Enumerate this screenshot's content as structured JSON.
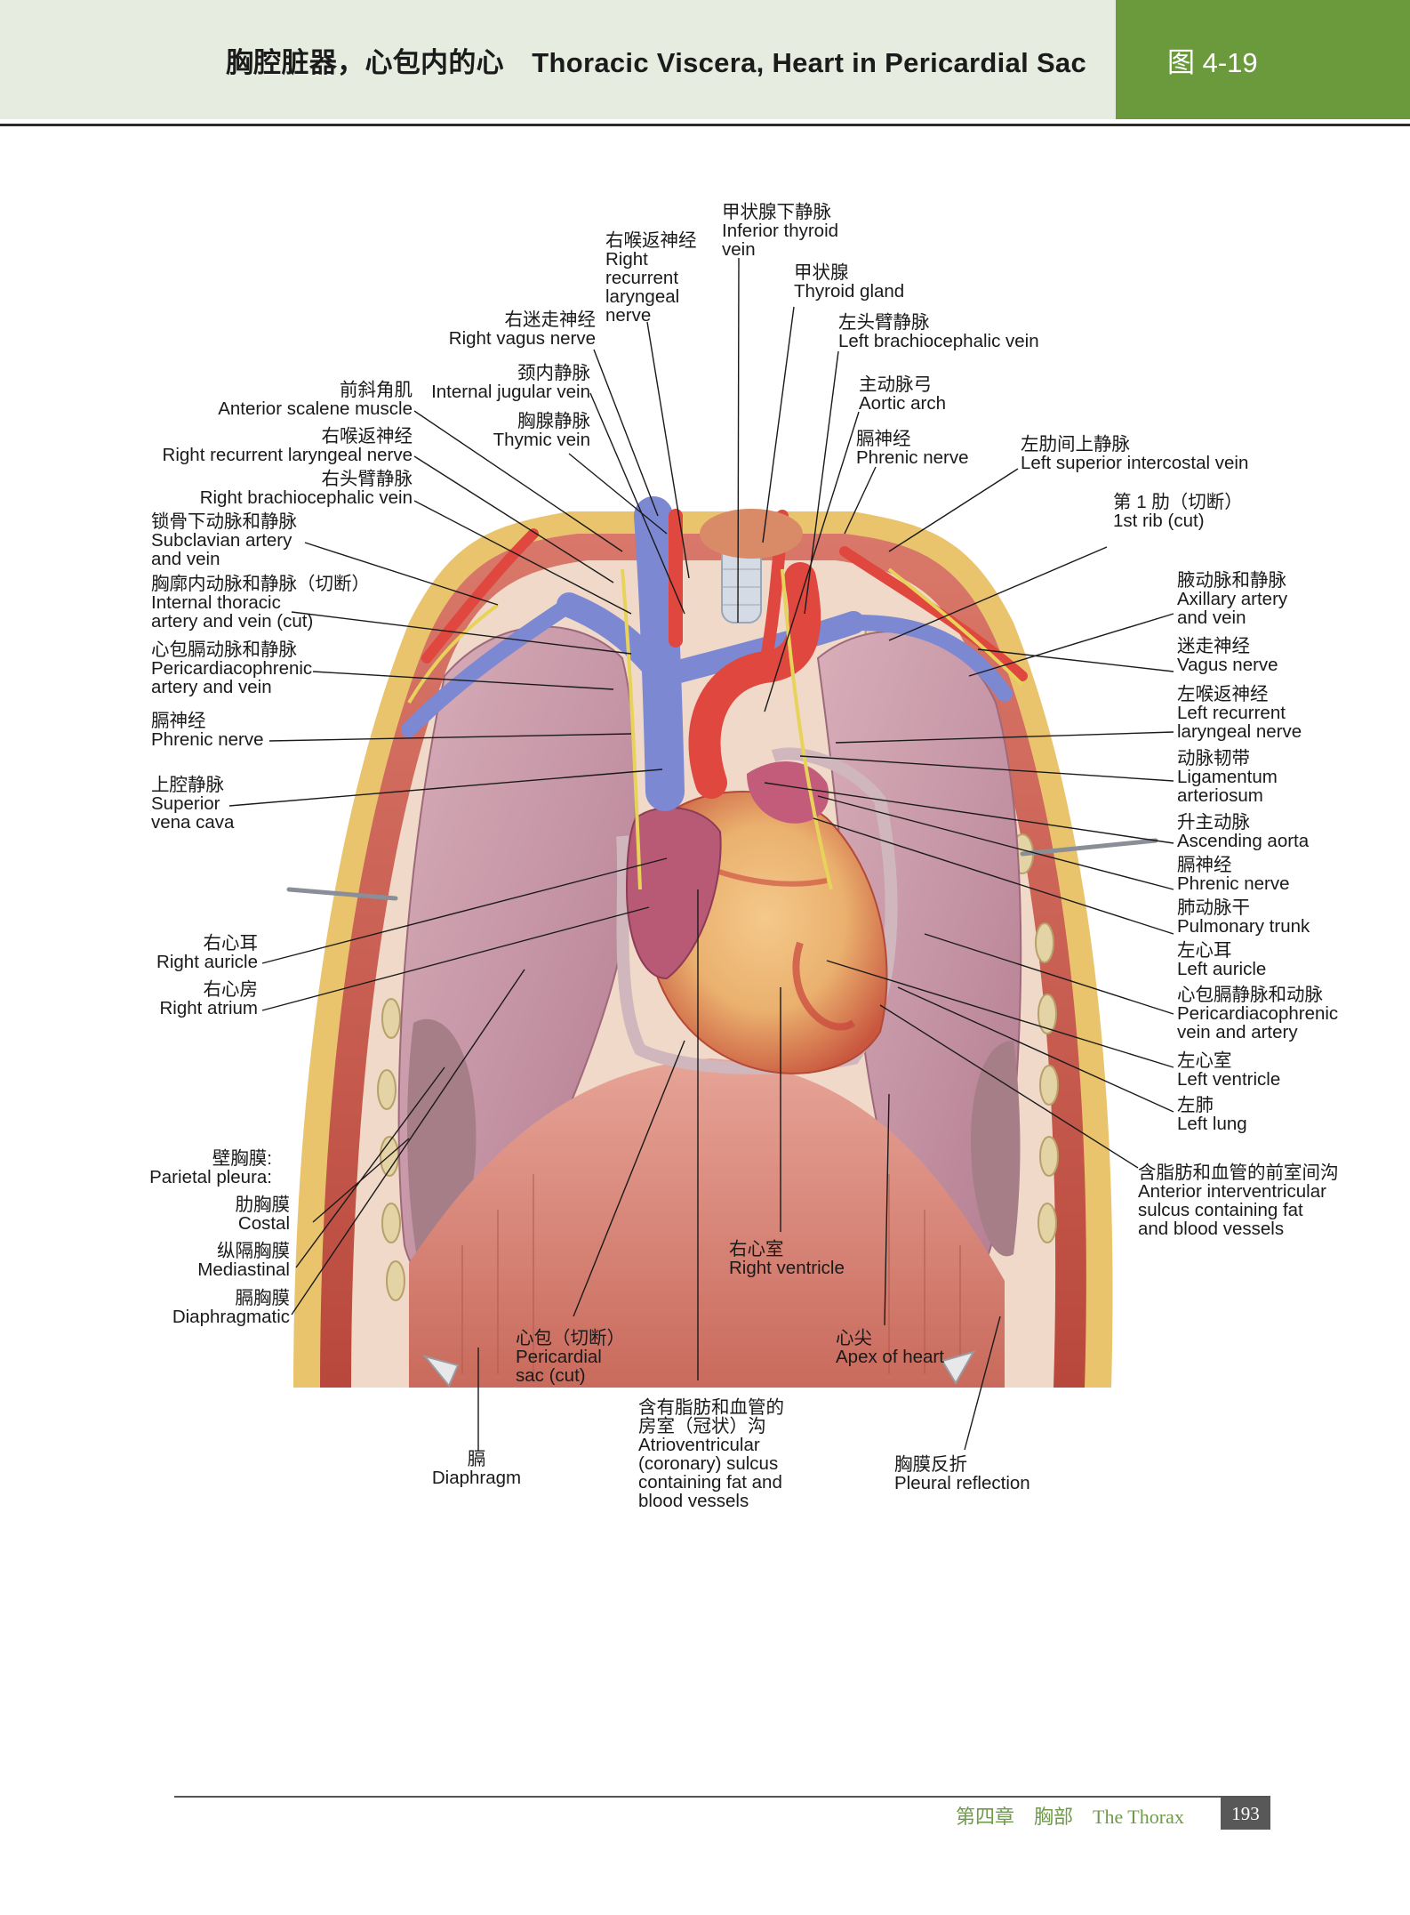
{
  "header": {
    "title": "胸腔脏器，心包内的心　Thoracic Viscera, Heart in Pericardial Sac",
    "figure_number": "图 4-19",
    "band_color": "#e6ecdf",
    "tab_color": "#6a9a3c"
  },
  "labels": {
    "inferior_thyroid_vein": [
      "甲状腺下静脉",
      "Inferior thyroid",
      "vein"
    ],
    "right_recurrent_laryngeal_top": [
      "右喉返神经",
      "Right",
      "recurrent",
      "laryngeal",
      "nerve"
    ],
    "thyroid_gland": [
      "甲状腺",
      "Thyroid gland"
    ],
    "left_brachiocephalic_vein": [
      "左头臂静脉",
      "Left brachiocephalic vein"
    ],
    "right_vagus_nerve": [
      "右迷走神经",
      "Right vagus nerve"
    ],
    "internal_jugular_vein": [
      "颈内静脉",
      "Internal jugular vein"
    ],
    "anterior_scalene_muscle": [
      "前斜角肌",
      "Anterior scalene muscle"
    ],
    "aortic_arch": [
      "主动脉弓",
      "Aortic arch"
    ],
    "thymic_vein": [
      "胸腺静脉",
      "Thymic vein"
    ],
    "right_recurrent_laryngeal_nerve": [
      "右喉返神经",
      "Right recurrent laryngeal nerve"
    ],
    "phrenic_nerve_top": [
      "膈神经",
      "Phrenic nerve"
    ],
    "left_superior_intercostal_vein": [
      "左肋间上静脉",
      "Left superior intercostal vein"
    ],
    "right_brachiocephalic_vein": [
      "右头臂静脉",
      "Right brachiocephalic vein"
    ],
    "first_rib": [
      "第 1 肋（切断）",
      "1st rib (cut)"
    ],
    "subclavian_artery_vein": [
      "锁骨下动脉和静脉",
      "Subclavian artery",
      "and vein"
    ],
    "internal_thoracic": [
      "胸廓内动脉和静脉（切断）",
      "Internal thoracic",
      "artery and vein (cut)"
    ],
    "axillary": [
      "腋动脉和静脉",
      "Axillary artery",
      "and vein"
    ],
    "vagus_nerve": [
      "迷走神经",
      "Vagus nerve"
    ],
    "pericardiacophrenic_right": [
      "心包膈动脉和静脉",
      "Pericardiacophrenic",
      "artery and vein"
    ],
    "left_recurrent_laryngeal": [
      "左喉返神经",
      "Left recurrent",
      "laryngeal nerve"
    ],
    "phrenic_nerve_left_side": [
      "膈神经",
      "Phrenic nerve"
    ],
    "ligamentum_arteriosum": [
      "动脉韧带",
      "Ligamentum",
      "arteriosum"
    ],
    "superior_vena_cava": [
      "上腔静脉",
      "Superior",
      "vena cava"
    ],
    "ascending_aorta": [
      "升主动脉",
      "Ascending aorta"
    ],
    "phrenic_nerve_right_side": [
      "膈神经",
      "Phrenic nerve"
    ],
    "pulmonary_trunk": [
      "肺动脉干",
      "Pulmonary trunk"
    ],
    "right_auricle": [
      "右心耳",
      "Right auricle"
    ],
    "left_auricle": [
      "左心耳",
      "Left auricle"
    ],
    "right_atrium": [
      "右心房",
      "Right atrium"
    ],
    "pericardiacophrenic_left": [
      "心包膈静脉和动脉",
      "Pericardiacophrenic",
      "vein and artery"
    ],
    "left_ventricle": [
      "左心室",
      "Left ventricle"
    ],
    "left_lung": [
      "左肺",
      "Left lung"
    ],
    "anterior_interventricular": [
      "含脂肪和血管的前室间沟",
      "Anterior interventricular",
      "sulcus containing fat",
      "and blood vessels"
    ],
    "parietal_pleura": [
      "壁胸膜:",
      "Parietal pleura:"
    ],
    "costal": [
      "肋胸膜",
      "Costal"
    ],
    "mediastinal": [
      "纵隔胸膜",
      "Mediastinal"
    ],
    "diaphragmatic": [
      "膈胸膜",
      "Diaphragmatic"
    ],
    "right_ventricle": [
      "右心室",
      "Right ventricle"
    ],
    "pericardial_sac": [
      "心包（切断）",
      "Pericardial",
      "sac (cut)"
    ],
    "apex_of_heart": [
      "心尖",
      "Apex of heart"
    ],
    "diaphragm": [
      "膈",
      "Diaphragm"
    ],
    "atrioventricular_sulcus": [
      "含有脂肪和血管的",
      "房室（冠状）沟",
      "Atrioventricular",
      "(coronary) sulcus",
      "containing fat and",
      "blood vessels"
    ],
    "pleural_reflection": [
      "胸膜反折",
      "Pleural reflection"
    ]
  },
  "footer": {
    "chapter": "第四章　胸部　The Thorax",
    "page_number": "193"
  }
}
